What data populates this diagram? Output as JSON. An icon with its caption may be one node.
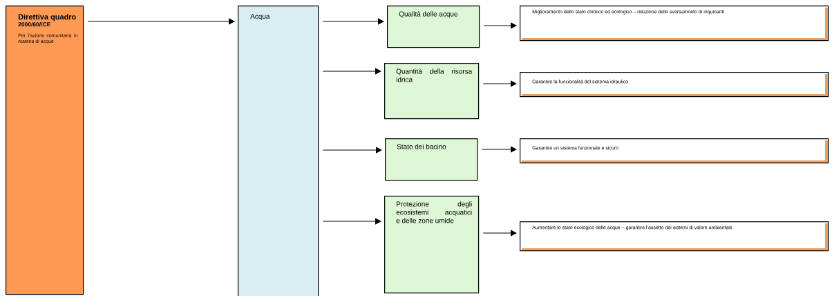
{
  "diagram": {
    "nodes": [
      {
        "text": [
          "Direttiva quadro",
          "2000/60//CE",
          "Per l’azione comunitaria in materia di acque"
        ]
      },
      {
        "text": [
          "Acqua"
        ]
      },
      {
        "text": [
          "Qualità delle acque"
        ]
      },
      {
        "text": [
          "Quantità della risorsa idrica"
        ]
      },
      {
        "text": [
          "Stato dei bacino"
        ]
      },
      {
        "text": [
          "Protezione degli ecosistemi acquatici e delle zone umide"
        ]
      },
      {
        "text": [
          "Miglioramento dello stato chimico ed ecologico – riduzione dello sversamneto di inquinanti"
        ]
      },
      {
        "text": [
          "Garantire la funzionalità del sistema idraulico"
        ]
      },
      {
        "text": [
          "Garantire un sistema funzionale e sicuro"
        ]
      },
      {
        "text": [
          "Aumentare lo stato ecologico delle acque – garantire l’assetto dei sistemi di valore ambientale"
        ]
      }
    ],
    "edges": [
      {
        "from": 0,
        "to": 1,
        "arrow": "to"
      },
      {
        "from": 1,
        "to": 2,
        "arrow": "to"
      },
      {
        "from": 1,
        "to": 3,
        "arrow": "to"
      },
      {
        "from": 1,
        "to": 4,
        "arrow": "to"
      },
      {
        "from": 1,
        "to": 5,
        "arrow": "to"
      },
      {
        "from": 2,
        "to": 6,
        "arrow": "to"
      },
      {
        "from": 3,
        "to": 7,
        "arrow": "to"
      },
      {
        "from": 4,
        "to": 8,
        "arrow": "to"
      },
      {
        "from": 5,
        "to": 9,
        "arrow": "to"
      }
    ]
  }
}
